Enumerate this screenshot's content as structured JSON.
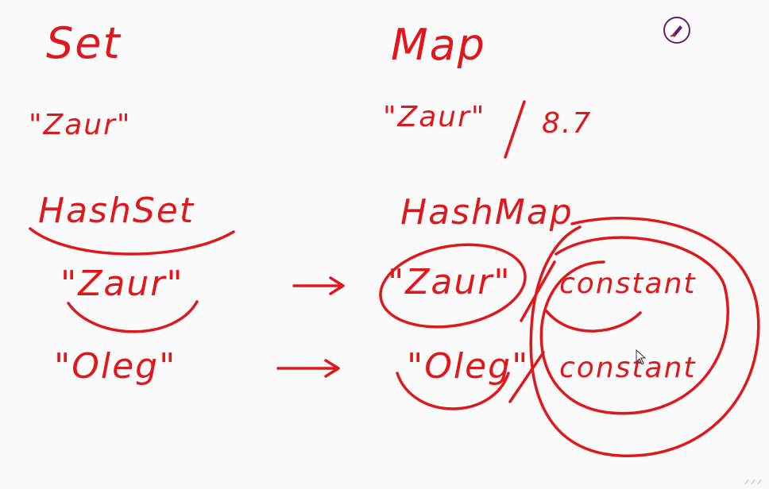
{
  "set_title": "Set",
  "map_title": "Map",
  "set_example": "\"Zaur\"",
  "map_example_key": "\"Zaur\"",
  "map_example_value": "8.7",
  "hashset_label": "HashSet",
  "hashmap_label": "HashMap",
  "hashset_items": [
    "\"Zaur\"",
    "\"Oleg\""
  ],
  "hashmap_keys": [
    "\"Zaur\"",
    "\"Oleg\""
  ],
  "hashmap_values": [
    "constant",
    "constant"
  ],
  "colors": {
    "ink": "#e0181c",
    "board": "#fbfbfb",
    "tool": "#6a1b6e"
  },
  "icons": {
    "pen_tool": "pen-tool-icon",
    "cursor": "mouse-cursor-icon"
  }
}
